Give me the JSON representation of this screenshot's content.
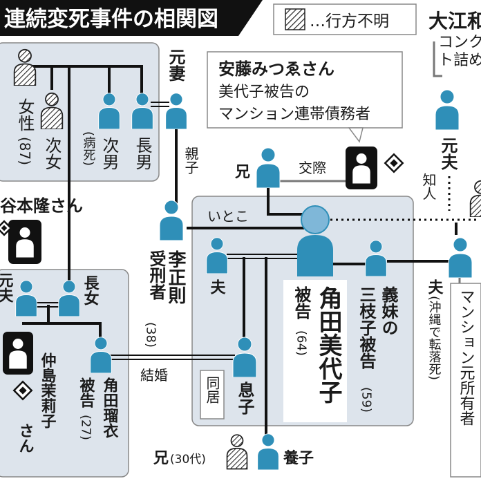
{
  "title": "連続変死事件の相関図",
  "legend": {
    "label": "…行方不明"
  },
  "oe_header": {
    "name": "大江和",
    "note": "コンクリ\nト詰め"
  },
  "info_box": {
    "name": "安藤みつゑさん",
    "line1": "美代子被告の",
    "line2": "マンション連帯債務者"
  },
  "labels": {
    "motozuma": "元妻",
    "josei": "女性",
    "josei_age": "(87)",
    "jijo": "次女",
    "jinan": "次男",
    "jinan_note": "(病死)",
    "chonan": "長男",
    "oyako": "親子",
    "ani_top": "兄",
    "kosai": "交際",
    "moto_otto": "元夫",
    "chijin": "知人",
    "itoko": "いとこ",
    "takashi": "谷本隆さん",
    "moto_fu": "元夫",
    "chojo": "長女",
    "li_name": "李正則",
    "li_suffix": "受刑者",
    "li_age": "(38)",
    "otto_left": "夫",
    "miyoko_name": "角田美代子",
    "miyoko_suffix": "被告",
    "miyoko_age": "(64)",
    "gimai": "義妹の",
    "mieko": "三枝子被告",
    "mieko_age": "(59)",
    "otto_right": "夫",
    "okinawa": "(沖縄で転落死)",
    "mansion_owner": "マンション元所有者",
    "nakashima": "仲島茉莉子",
    "san": "さん",
    "ruri_name": "角田瑠衣",
    "ruri_suffix": "被告",
    "ruri_age": "(27)",
    "kekkon": "結婚",
    "dokyo": "同居",
    "musuko": "息子",
    "ani_bottom": "兄",
    "ani_bottom_age": "(30代)",
    "yoshi": "養子"
  },
  "colors": {
    "person": "#2f8fb8",
    "title_bg": "#111111",
    "group_bg": "#dde4ec"
  }
}
